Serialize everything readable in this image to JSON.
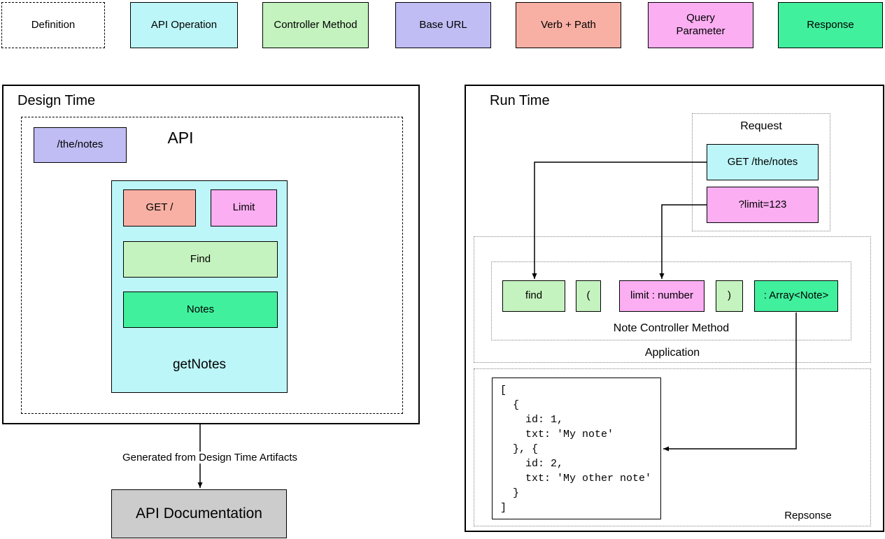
{
  "palette": {
    "cyan": "#bdf6f8",
    "green": "#c5f3bf",
    "lavender": "#c0bdf4",
    "salmon": "#f9b0a4",
    "pink": "#fbaef2",
    "emerald": "#41f09d",
    "gray": "#cccccc",
    "white": "#ffffff"
  },
  "legend": {
    "items": [
      {
        "label": "Definition",
        "color": "white"
      },
      {
        "label": "API Operation",
        "color": "cyan"
      },
      {
        "label": "Controller Method",
        "color": "green"
      },
      {
        "label": "Base URL",
        "color": "lavender"
      },
      {
        "label": "Verb + Path",
        "color": "salmon"
      },
      {
        "label": "Query Parameter",
        "color": "pink"
      },
      {
        "label": "Response",
        "color": "emerald"
      }
    ]
  },
  "design_time": {
    "title": "Design Time",
    "api_box_label": "API",
    "base_url": {
      "label": "/the/notes",
      "color": "lavender"
    },
    "operation": {
      "container_color": "cyan",
      "verb_path": {
        "label": "GET /",
        "color": "salmon"
      },
      "query_param": {
        "label": "Limit",
        "color": "pink"
      },
      "controller": {
        "label": "Find",
        "color": "green"
      },
      "response": {
        "label": "Notes",
        "color": "emerald"
      },
      "method_name": "getNotes"
    },
    "arrow_label": "Generated from Design Time Artifacts",
    "documentation": {
      "label": "API Documentation",
      "color": "gray"
    }
  },
  "run_time": {
    "title": "Run Time",
    "request": {
      "label": "Request",
      "operation": {
        "label": "GET /the/notes",
        "color": "cyan"
      },
      "query": {
        "label": "?limit=123",
        "color": "pink"
      }
    },
    "application": {
      "label": "Application",
      "controller": {
        "label": "Note Controller Method",
        "tokens": [
          {
            "text": "find",
            "color": "green"
          },
          {
            "text": "(",
            "color": "green"
          },
          {
            "text": "limit : number",
            "color": "pink"
          },
          {
            "text": ")",
            "color": "green"
          },
          {
            "text": ": Array<Note>",
            "color": "emerald"
          }
        ]
      }
    },
    "response": {
      "label": "Repsonse",
      "code": "[\n  {\n    id: 1,\n    txt: 'My note'\n  }, {\n    id: 2,\n    txt: 'My other note'\n  }\n]"
    }
  }
}
